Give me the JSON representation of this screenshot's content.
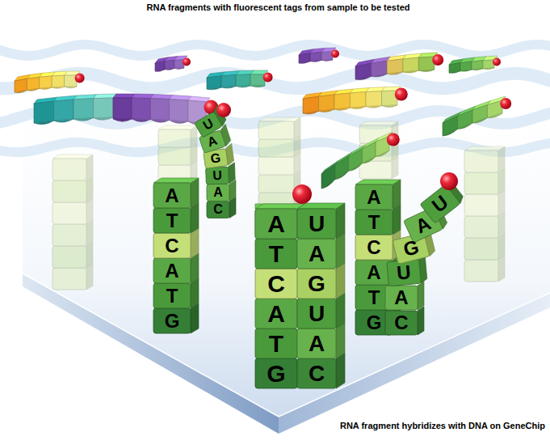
{
  "diagram": {
    "title": "RNA fragments with fluorescent tags from sample to be tested",
    "caption": "RNA fragment hybridizes with DNA on GeneChip",
    "labels": [
      "A",
      "T",
      "C",
      "A",
      "T",
      "G",
      "U",
      "A",
      "G",
      "U",
      "A",
      "C",
      "A",
      "T",
      "C",
      "A",
      "T",
      "G",
      "U",
      "A",
      "G",
      "U",
      "A",
      "C",
      "A",
      "T",
      "C",
      "A",
      "T",
      "G",
      "U",
      "A",
      "G",
      "U",
      "A",
      "C"
    ]
  }
}
